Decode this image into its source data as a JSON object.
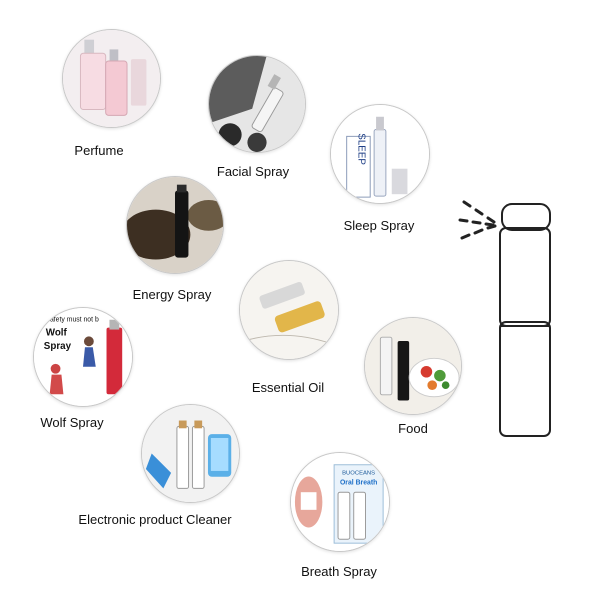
{
  "uses": [
    {
      "label": "Perfume",
      "icon": "perfume-bottles-icon"
    },
    {
      "label": "Facial Spray",
      "icon": "facial-spray-icon"
    },
    {
      "label": "Sleep Spray",
      "icon": "sleep-spray-icon"
    },
    {
      "label": "Energy Spray",
      "icon": "energy-spray-icon"
    },
    {
      "label": "Essential Oil",
      "icon": "essential-oil-icon"
    },
    {
      "label": "Food",
      "icon": "food-salad-icon"
    },
    {
      "label": "Wolf Spray",
      "icon": "wolf-spray-icon",
      "image_text": {
        "line1": "'s safety must not b",
        "line2": "Wolf",
        "line3": "Spray"
      }
    },
    {
      "label": "Electronic product Cleaner",
      "icon": "electronics-cleaner-icon"
    },
    {
      "label": "Breath Spray",
      "icon": "breath-spray-icon",
      "image_text": {
        "brand": "BUOCEANS",
        "product": "Oral Breath"
      }
    }
  ],
  "sleep_text": "SLEEP",
  "colors": {
    "label": "#111111",
    "circle_border": "#c8c8c8",
    "outline": "#222222"
  }
}
